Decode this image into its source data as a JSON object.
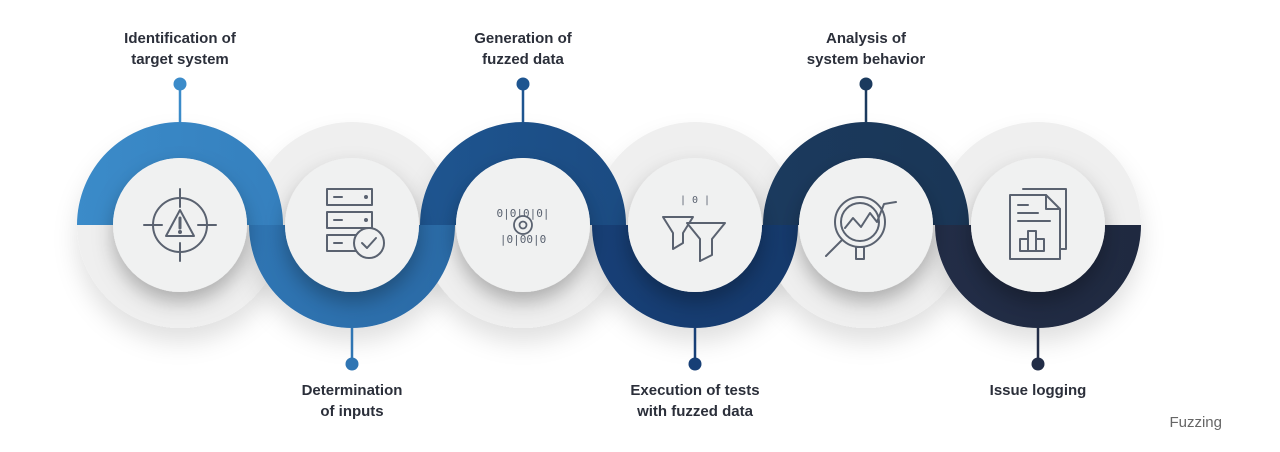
{
  "title": "Fuzzing",
  "steps": [
    {
      "label_line1": "Identification of",
      "label_line2": "target system",
      "icon": "target-warning-icon",
      "color": "#3b8bc9",
      "color2": "#3580be"
    },
    {
      "label_line1": "Determination",
      "label_line2": "of inputs",
      "icon": "server-check-icon",
      "color": "#2f75b3",
      "color2": "#2a6aa6"
    },
    {
      "label_line1": "Generation of",
      "label_line2": "fuzzed data",
      "icon": "binary-gear-icon",
      "color": "#1e5590",
      "color2": "#1b4b82"
    },
    {
      "label_line1": "Execution of tests",
      "label_line2": "with fuzzed data",
      "icon": "funnel-data-icon",
      "color": "#173f76",
      "color2": "#15396b"
    },
    {
      "label_line1": "Analysis of",
      "label_line2": "system behavior",
      "icon": "magnifier-chart-icon",
      "color": "#1b3a5e",
      "color2": "#1a3656"
    },
    {
      "label_line1": "Issue logging",
      "label_line2": "",
      "icon": "report-document-icon",
      "color": "#222d47",
      "color2": "#1f2940"
    }
  ]
}
